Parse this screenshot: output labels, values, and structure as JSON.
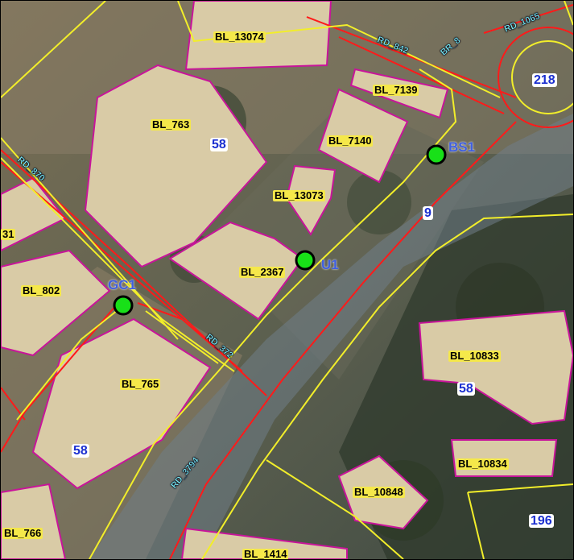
{
  "colors": {
    "parcel": "#c8149a",
    "road_edge": "#ff1a1a",
    "boundary": "#f2ee2a",
    "block_label_bg": "#f5e84a",
    "road_label": "#7df0f0",
    "number_label": "#1b2fd0",
    "point_fill": "#18e018",
    "point_label": "#3f5fe0"
  },
  "blocks": {
    "bl_13074": "BL_13074",
    "bl_7139": "BL_7139",
    "bl_763": "BL_763",
    "bl_7140": "BL_7140",
    "bl_13073": "BL_13073",
    "bl_2367": "BL_2367",
    "bl_802": "BL_802",
    "bl_765": "BL_765",
    "bl_10833": "BL_10833",
    "bl_10834": "BL_10834",
    "bl_10848": "BL_10848",
    "bl_766": "BL_766",
    "bl_1414": "BL_1414",
    "bl_edge": "31"
  },
  "roads": {
    "rd_842": "RD_842",
    "br_8": "BR_8",
    "rd_1065": "RD_1065",
    "rd_870": "RD_870",
    "rd_372": "RD_372",
    "rd_3794": "RD_3794"
  },
  "numbers": {
    "n_218": "218",
    "n_58_top": "58",
    "n_9": "9",
    "n_58_right": "58",
    "n_58_left": "58",
    "n_196": "196"
  },
  "points": {
    "bs1": "BS1",
    "u1": "U1",
    "gc1": "GC1"
  }
}
